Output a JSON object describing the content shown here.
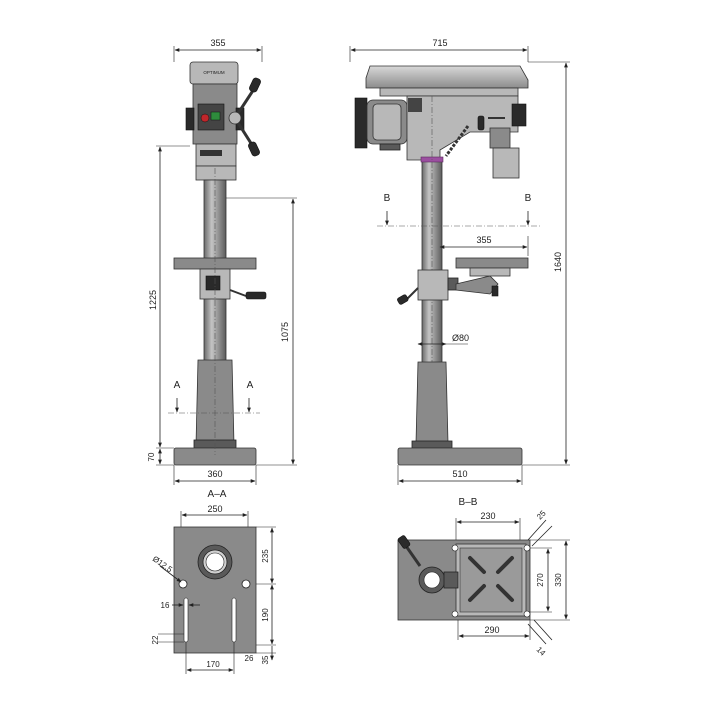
{
  "front_view": {
    "width_top": "355",
    "height_table": "1225",
    "height_column": "1075",
    "base_height": "70",
    "base_width": "360",
    "section_mark_left": "A",
    "section_mark_right": "A",
    "brand_label": "OPTIMUM"
  },
  "side_view": {
    "overall_width": "715",
    "overall_height": "1640",
    "table_reach": "355",
    "column_diameter": "Ø80",
    "base_width": "510",
    "section_mark_left": "B",
    "section_mark_right": "B"
  },
  "section_aa": {
    "title": "A–A",
    "width": "250",
    "hole_diameter": "Ø12,5",
    "height_upper": "235",
    "height_middle": "190",
    "bottom_offset": "35",
    "slot_width": "16",
    "slot_offset": "22",
    "slot_spacing": "170",
    "slot_margin": "26"
  },
  "section_bb": {
    "title": "B–B",
    "width_top": "230",
    "width_bottom": "290",
    "height_inner": "270",
    "height_outer": "330",
    "corner_top": "25",
    "corner_bottom": "14"
  },
  "colors": {
    "metal": "#8a8a8a",
    "accent_purple": "#9b4fa0",
    "switch_red": "#c0262b",
    "switch_green": "#2e8b3c"
  }
}
